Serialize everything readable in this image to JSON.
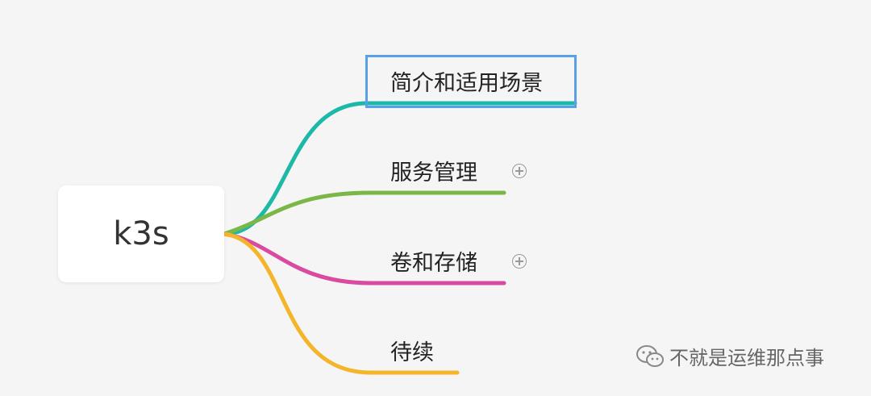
{
  "root": {
    "label": "k3s"
  },
  "branches": [
    {
      "label": "简介和适用场景",
      "color": "#1cb8a8",
      "selected": true,
      "collapsed_children": false
    },
    {
      "label": "服务管理",
      "color": "#7ab648",
      "selected": false,
      "collapsed_children": true
    },
    {
      "label": "卷和存储",
      "color": "#d94aa0",
      "selected": false,
      "collapsed_children": true
    },
    {
      "label": "待续",
      "color": "#f5b52a",
      "selected": false,
      "collapsed_children": false
    }
  ],
  "watermark": {
    "text": "不就是运维那点事",
    "icon": "wechat-icon"
  },
  "colors": {
    "background": "#f5f5f5",
    "selection": "#5aa0e8"
  }
}
